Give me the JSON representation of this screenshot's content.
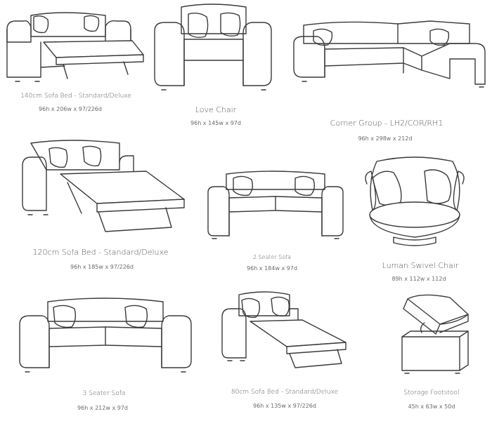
{
  "products": [
    {
      "name": "140cm Sofa Bed - Standard/Deluxe",
      "dims": "96h x 206w x 97/226d",
      "icon": "sofa-bed-icon"
    },
    {
      "name": "Love Chair",
      "dims": "96h x 145w x 97d",
      "icon": "love-chair-icon"
    },
    {
      "name": "Corner Group - LH2/COR/RH1",
      "dims": "96h x 298w x 212d",
      "icon": "corner-sofa-icon"
    },
    {
      "name": "120cm Sofa Bed - Standard/Deluxe",
      "dims": "96h x 185w x 97/226d",
      "icon": "sofa-bed-icon"
    },
    {
      "name": "2 Seater Sofa",
      "dims": "96h x 184w x 97d",
      "icon": "two-seater-sofa-icon"
    },
    {
      "name": "Luman Swivel Chair",
      "dims": "89h x 112w x 112d",
      "icon": "swivel-chair-icon"
    },
    {
      "name": "3 Seater Sofa",
      "dims": "96h x 212w x 97d",
      "icon": "three-seater-sofa-icon"
    },
    {
      "name": "80cm Sofa Bed - Standard/Deluxe",
      "dims": "96h x 135w x 97/226d",
      "icon": "sofa-bed-icon"
    },
    {
      "name": "Storage Footstool",
      "dims": "45h x 63w x 50d",
      "icon": "footstool-icon"
    }
  ]
}
